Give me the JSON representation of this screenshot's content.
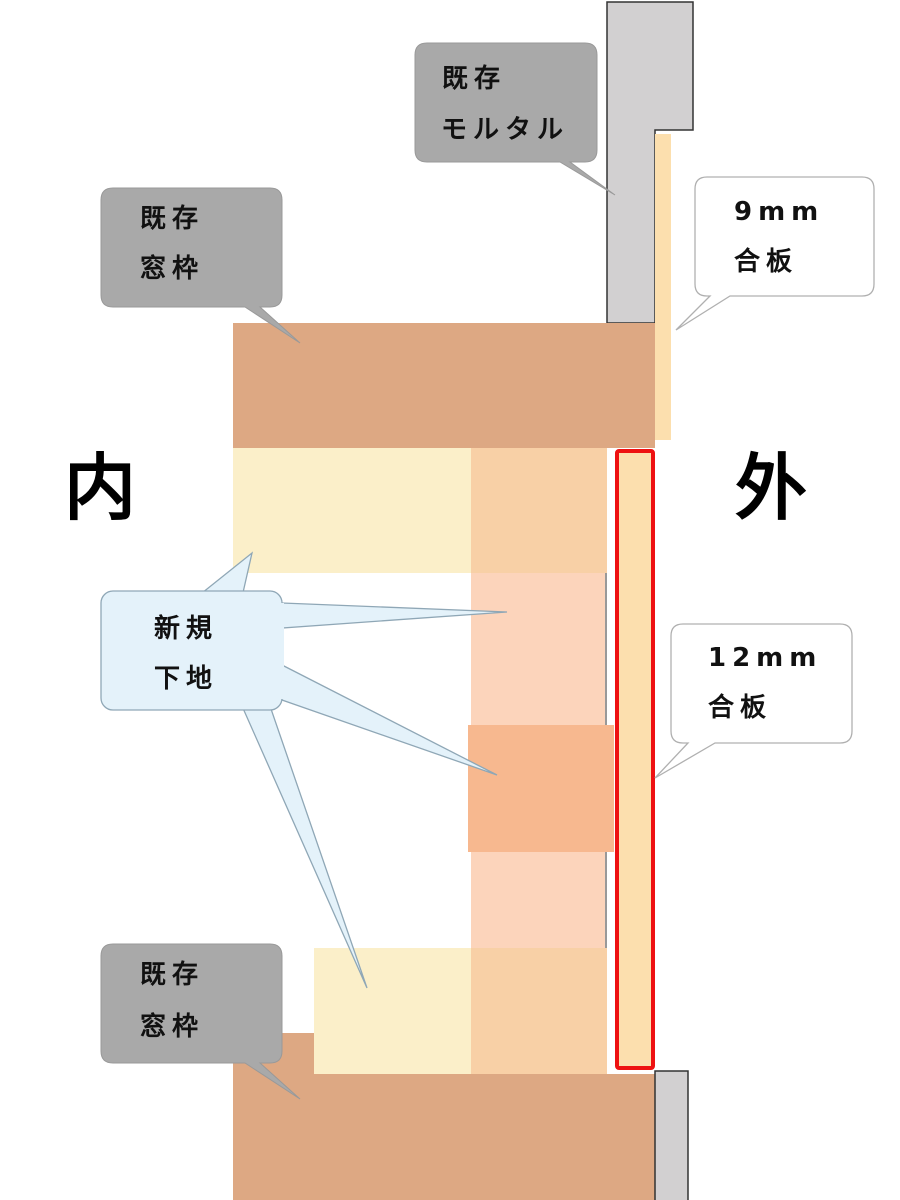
{
  "labels": {
    "inside": "内",
    "outside": "外",
    "mortar": [
      "既存",
      "モルタル"
    ],
    "frame_top": [
      "既存",
      "窓枠"
    ],
    "frame_bottom": [
      "既存",
      "窓枠"
    ],
    "plywood_9": [
      "9mm",
      "合板"
    ],
    "plywood_12": [
      "12mm",
      "合板"
    ],
    "new_base": [
      "新規",
      "下地"
    ]
  },
  "colors": {
    "frame": "#DDA883",
    "new_base_light": "#FBEFC9",
    "new_base_mid": "#F8D0A6",
    "new_base_pale": "#FCD4BB",
    "new_base_block": "#F7B88F",
    "plywood": "#FCDFAE",
    "mortar": "#D2D0D1",
    "callout_gray": "#A9A9A9",
    "callout_blue": "#E4F2FA",
    "highlight": "#EE1111"
  }
}
